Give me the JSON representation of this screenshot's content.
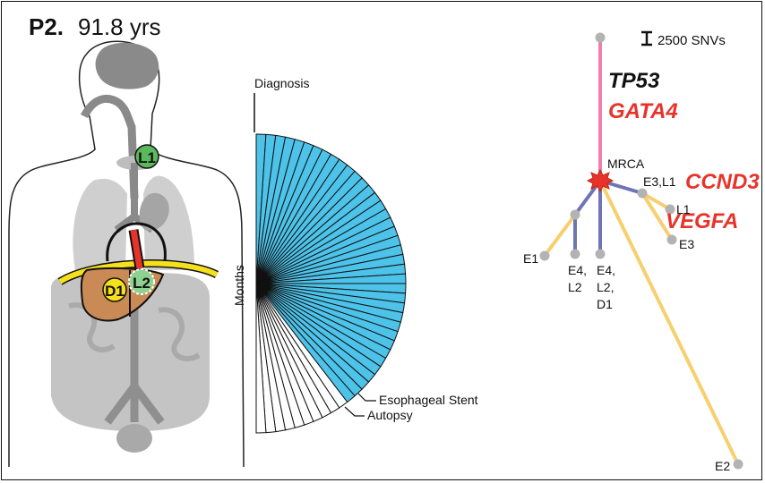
{
  "header": {
    "patient_id": "P2.",
    "age": "91.8 yrs"
  },
  "anatomy": {
    "sites": [
      {
        "id": "L1",
        "color": "#5cb85c"
      },
      {
        "id": "L2",
        "color": "#8fd18f"
      },
      {
        "id": "D1",
        "color": "#f5e11a"
      }
    ]
  },
  "timeline": {
    "top_label": "Diagnosis",
    "axis_label": "Months",
    "event_stent": "Esophageal Stent",
    "event_autopsy": "Autopsy",
    "total_months": 48,
    "stent_month": 38,
    "colors": {
      "filled": "#4dc3ea",
      "empty": "#ffffff"
    }
  },
  "tree": {
    "scale_label": "2500 SNVs",
    "root_node": "MRCA",
    "trunk_genes": [
      "TP53",
      "GATA4"
    ],
    "trunk_gene_colors": [
      "#111111",
      "#e8332a"
    ],
    "branch_genes": [
      "CCND3",
      "VEGFA"
    ],
    "leaves": {
      "e3l1": "E3,L1",
      "l1": "L1",
      "e3": "E3",
      "e1": "E1",
      "e4l2": [
        "E4,",
        "L2"
      ],
      "e4l2d1": [
        "E4,",
        "L2,",
        "D1"
      ],
      "e2": "E2"
    },
    "colors": {
      "trunk": "#ef7fae",
      "primary_branch": "#6e74b4",
      "tip_branch": "#f7cf6e",
      "node": "#b3b3b3",
      "mrca": "#e8332a",
      "gene_red": "#e8332a"
    }
  }
}
